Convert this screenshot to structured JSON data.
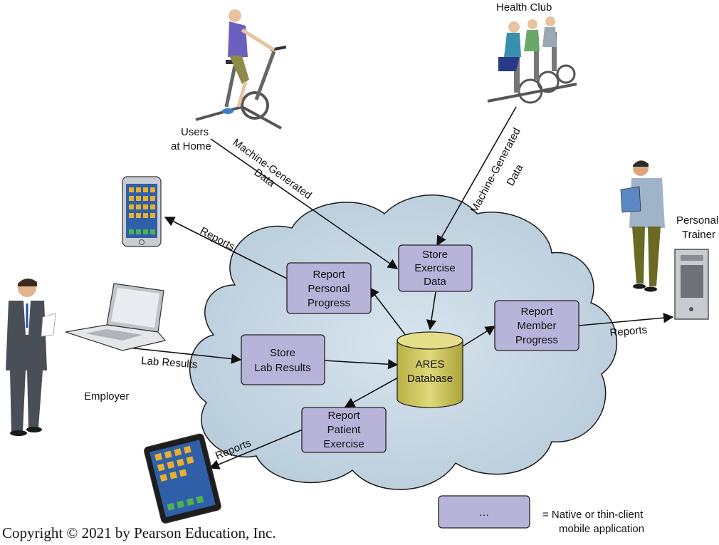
{
  "actors": {
    "health_club": "Health Club",
    "users_home_1": "Users",
    "users_home_2": "at Home",
    "personal_trainer_1": "Personal",
    "personal_trainer_2": "Trainer",
    "employer": "Employer"
  },
  "flows": {
    "machine_data_left_1": "Machine-Generated",
    "machine_data_left_2": "Data",
    "machine_data_right_1": "Machine-Generated",
    "machine_data_right_2": "Data",
    "reports_phone": "Reports",
    "reports_trainer": "Reports",
    "reports_tablet": "Reports",
    "lab_results": "Lab Results"
  },
  "boxes": {
    "store_exercise": [
      "Store",
      "Exercise",
      "Data"
    ],
    "report_personal": [
      "Report",
      "Personal",
      "Progress"
    ],
    "store_lab": [
      "Store",
      "Lab Results"
    ],
    "report_member": [
      "Report",
      "Member",
      "Progress"
    ],
    "report_patient": [
      "Report",
      "Patient",
      "Exercise"
    ],
    "legend": "…"
  },
  "database": [
    "ARES",
    "Database"
  ],
  "legend_text": [
    "= Native or thin-client",
    "mobile application"
  ],
  "copyright": "Copyright © 2021 by Pearson Education, Inc.",
  "colors": {
    "cloud_fill": "#c5d6e2",
    "box_fill": "#b7b3d9",
    "database_fill": "#d6cf63"
  }
}
